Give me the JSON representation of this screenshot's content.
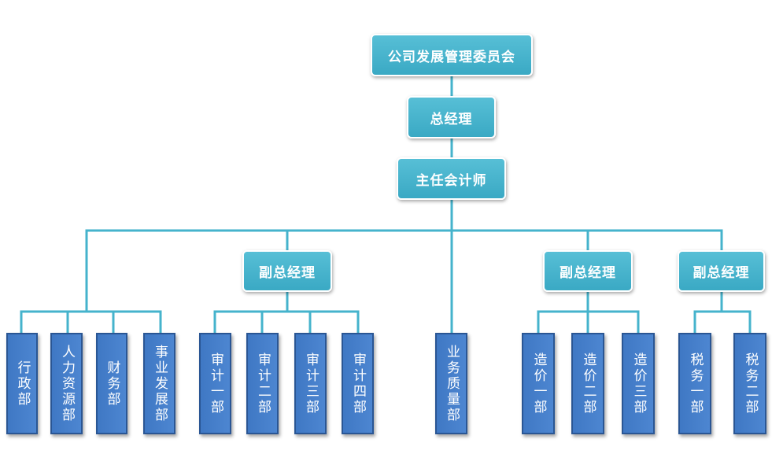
{
  "org_chart": {
    "committee": "公司发展管理委员会",
    "general_manager": "总经理",
    "chief_accountant": "主任会计师",
    "deputy_managers": [
      "副总经理",
      "副总经理",
      "副总经理"
    ],
    "departments": {
      "admin": "行政部",
      "hr": "人力资源部",
      "finance": "财务部",
      "business_dev": "事业发展部",
      "audit_1": "审计一部",
      "audit_2": "审计二部",
      "audit_3": "审计三部",
      "audit_4": "审计四部",
      "quality": "业务质量部",
      "cost_1": "造价一部",
      "cost_2": "造价二部",
      "cost_3": "造价三部",
      "tax_1": "税务一部",
      "tax_2": "税务二部"
    }
  },
  "colors": {
    "manager_box": "#45b3cc",
    "department_box": "#4580cc",
    "connector": "#45b3cc"
  }
}
